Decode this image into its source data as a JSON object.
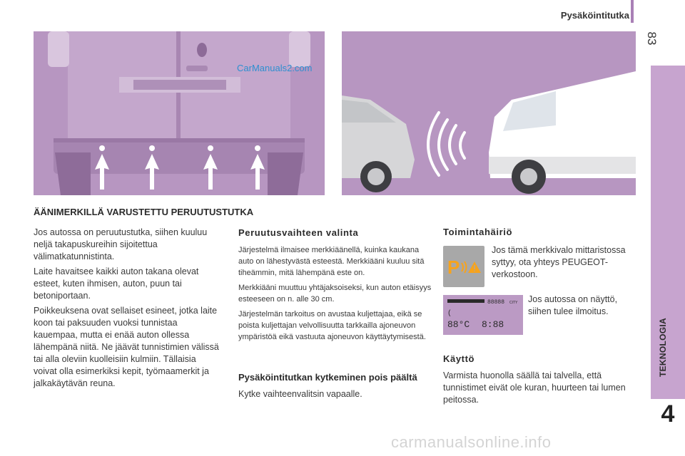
{
  "header": {
    "title": "Pysäköintitutka",
    "page_number": "83"
  },
  "sidebar": {
    "chapter_label": "TEKNOLOGIA",
    "chapter_number": "4"
  },
  "illustrations": {
    "left_alt": "van-rear-sensors",
    "right_alt": "van-approaching-obstacle",
    "watermark": "CarManuals2.com"
  },
  "col1": {
    "heading": "ÄÄNIMERKILLÄ VARUSTETTU PERUUTUSTUTKA",
    "p1": "Jos autossa on peruutustutka, siihen kuuluu neljä takapuskureihin sijoitettua välimatkatunnistinta.",
    "p2": "Laite havaitsee kaikki auton takana olevat esteet, kuten ihmisen, auton, puun tai betoniportaan.",
    "p3": "Poikkeuksena ovat sellaiset esineet, jotka laite koon tai paksuuden vuoksi tunnistaa kauempaa, mutta ei enää auton ollessa lähempänä niitä. Ne jäävät tunnistimien välissä tai alla oleviin kuolleisiin kulmiin. Tällaisia voivat olla esimerkiksi kepit, työmaamerkit ja jalkakäytävän reuna."
  },
  "col2": {
    "heading": "Peruutusvaihteen valinta",
    "p1": "Järjestelmä ilmaisee merkkiäänellä, kuinka kaukana auto on lähestyvästä esteestä. Merkkiääni kuuluu sitä tiheämmin, mitä lähempänä este on.",
    "p2": "Merkkiääni muuttuu yhtäjaksoiseksi, kun auton etäisyys esteeseen on n. alle 30 cm.",
    "p3": "Järjestelmän tarkoitus on avustaa kuljettajaa, eikä se poista kuljettajan velvollisuutta tarkkailla ajoneuvon ympäristöä eikä vastuuta ajoneuvon käyttäytymisestä.",
    "heading2": "Pysäköintitutkan kytkeminen pois päältä",
    "p4": "Kytke vaihteenvalitsin vapaalle."
  },
  "col3": {
    "heading": "Toimintahäiriö",
    "p1": "Jos tämä merkkivalo mittaristossa syttyy, ota yhteys PEUGEOT-verkostoon.",
    "p2": "Jos autossa on näyttö, siihen tulee ilmoitus.",
    "heading2": "Käyttö",
    "p3": "Varmista huonolla säällä tai talvella, että tunnistimet eivät ole kuran, huurteen tai lumen peitossa."
  },
  "icons": {
    "warning_light": "parking-sensor-warning-icon",
    "lcd_display": "dashboard-display-icon",
    "warning_color": "#f7a31c",
    "background_purple": "#b796c1"
  },
  "lcd": {
    "top": "88888",
    "left": "88°C",
    "right": "8:88",
    "mode": "CITY"
  },
  "footer": {
    "watermark": "carmanualsonline.info"
  }
}
